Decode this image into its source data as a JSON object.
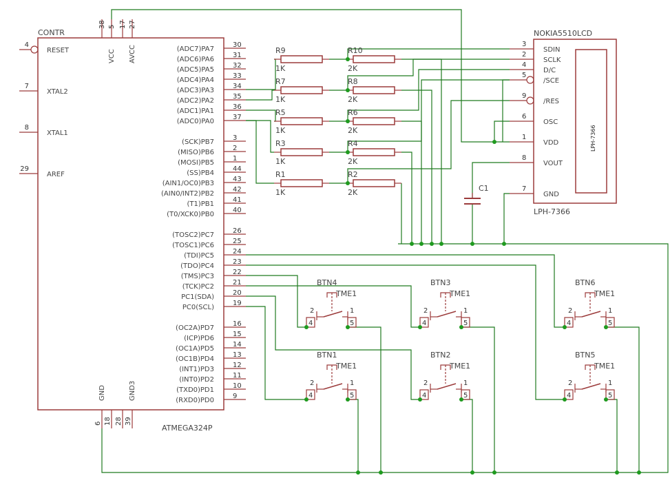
{
  "colors": {
    "part": "#9b3a3a",
    "wire": "#1f7a1f",
    "text": "#444444",
    "pin_num": "#333333",
    "junction": "#1f9a1f"
  },
  "mcu": {
    "name": "CONTR",
    "part": "ATMEGA324P",
    "left_pins": [
      {
        "num": "4",
        "label": "RESET"
      },
      {
        "num": "7",
        "label": "XTAL2"
      },
      {
        "num": "8",
        "label": "XTAL1"
      },
      {
        "num": "29",
        "label": "AREF"
      }
    ],
    "top_pins": [
      {
        "num": "38",
        "label": ""
      },
      {
        "num": "5",
        "label": "VCC"
      },
      {
        "num": "17",
        "label": ""
      },
      {
        "num": "27",
        "label": "AVCC"
      }
    ],
    "bottom_pins": [
      {
        "num": "6",
        "label": "GND"
      },
      {
        "num": "18",
        "label": ""
      },
      {
        "num": "28",
        "label": ""
      },
      {
        "num": "39",
        "label": "GND3"
      }
    ],
    "right_groups": [
      [
        {
          "num": "30",
          "label": "(ADC7)PA7"
        },
        {
          "num": "31",
          "label": "(ADC6)PA6"
        },
        {
          "num": "32",
          "label": "(ADC5)PA5"
        },
        {
          "num": "33",
          "label": "(ADC4)PA4"
        },
        {
          "num": "34",
          "label": "(ADC3)PA3"
        },
        {
          "num": "35",
          "label": "(ADC2)PA2"
        },
        {
          "num": "36",
          "label": "(ADC1)PA1"
        },
        {
          "num": "37",
          "label": "(ADC0)PA0"
        }
      ],
      [
        {
          "num": "3",
          "label": "(SCK)PB7"
        },
        {
          "num": "2",
          "label": "(MISO)PB6"
        },
        {
          "num": "1",
          "label": "(MOSI)PB5"
        },
        {
          "num": "44",
          "label": "(SS)PB4"
        },
        {
          "num": "43",
          "label": "(AIN1/OC0)PB3"
        },
        {
          "num": "42",
          "label": "(AIN0/INT2)PB2"
        },
        {
          "num": "41",
          "label": "(T1)PB1"
        },
        {
          "num": "40",
          "label": "(T0/XCK0)PB0"
        }
      ],
      [
        {
          "num": "26",
          "label": "(TOSC2)PC7"
        },
        {
          "num": "25",
          "label": "(TOSC1)PC6"
        },
        {
          "num": "24",
          "label": "(TDI)PC5"
        },
        {
          "num": "23",
          "label": "(TDO)PC4"
        },
        {
          "num": "22",
          "label": "(TMS)PC3"
        },
        {
          "num": "21",
          "label": "(TCK)PC2"
        },
        {
          "num": "20",
          "label": "PC1(SDA)"
        },
        {
          "num": "19",
          "label": "PC0(SCL)"
        }
      ],
      [
        {
          "num": "16",
          "label": "(OC2A)PD7"
        },
        {
          "num": "15",
          "label": "(ICP)PD6"
        },
        {
          "num": "14",
          "label": "(OC1A)PD5"
        },
        {
          "num": "13",
          "label": "(OC1B)PD4"
        },
        {
          "num": "12",
          "label": "(INT1)PD3"
        },
        {
          "num": "11",
          "label": "(INT0)PD2"
        },
        {
          "num": "10",
          "label": "(TXD0)PD1"
        },
        {
          "num": "9",
          "label": "(RXD0)PD0"
        }
      ]
    ]
  },
  "resistors": [
    {
      "name": "R9",
      "value": "1K"
    },
    {
      "name": "R10",
      "value": "2K"
    },
    {
      "name": "R7",
      "value": "1K"
    },
    {
      "name": "R8",
      "value": "2K"
    },
    {
      "name": "R5",
      "value": "1K"
    },
    {
      "name": "R6",
      "value": "2K"
    },
    {
      "name": "R3",
      "value": "1K"
    },
    {
      "name": "R4",
      "value": "2K"
    },
    {
      "name": "R1",
      "value": "1K"
    },
    {
      "name": "R2",
      "value": "2K"
    }
  ],
  "capacitor": {
    "name": "C1"
  },
  "lcd": {
    "name": "NOKIA5510LCD",
    "part": "LPH-7366",
    "inner_label": "LPH-7366",
    "pins": [
      {
        "num": "3",
        "label": "SDIN"
      },
      {
        "num": "2",
        "label": "SCLK"
      },
      {
        "num": "4",
        "label": "D/C"
      },
      {
        "num": "5",
        "label": "/SCE"
      },
      {
        "num": "9",
        "label": "/RES"
      },
      {
        "num": "6",
        "label": "OSC"
      },
      {
        "num": "1",
        "label": "VDD"
      },
      {
        "num": "8",
        "label": "VOUT"
      },
      {
        "num": "7",
        "label": "GND"
      }
    ]
  },
  "buttons": [
    {
      "name": "BTN4",
      "type": "TME1",
      "pins": [
        "2",
        "1",
        "4",
        "5"
      ]
    },
    {
      "name": "BTN3",
      "type": "TME1",
      "pins": [
        "2",
        "1",
        "4",
        "5"
      ]
    },
    {
      "name": "BTN6",
      "type": "TME1",
      "pins": [
        "2",
        "1",
        "4",
        "5"
      ]
    },
    {
      "name": "BTN1",
      "type": "TME1",
      "pins": [
        "2",
        "1",
        "4",
        "5"
      ]
    },
    {
      "name": "BTN2",
      "type": "TME1",
      "pins": [
        "2",
        "1",
        "4",
        "5"
      ]
    },
    {
      "name": "BTN5",
      "type": "TME1",
      "pins": [
        "2",
        "1",
        "4",
        "5"
      ]
    }
  ]
}
